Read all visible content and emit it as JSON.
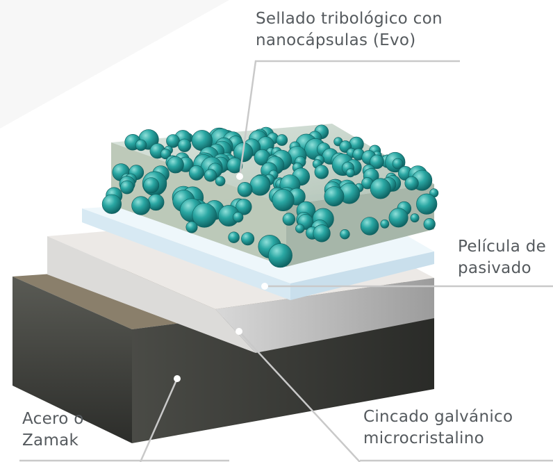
{
  "labels": {
    "sellado": {
      "line1": "Sellado tribológico con",
      "line2": "nanocápsulas (Evo)"
    },
    "pasivado": {
      "line1": "Película de",
      "line2": "pasivado"
    },
    "cincado": {
      "line1": "Cincado galvánico",
      "line2": "microcristalino"
    },
    "base": {
      "line1": "Acero o",
      "line2": "Zamak"
    }
  },
  "colors": {
    "background_band": "#f3f3f3",
    "leader_line": "#c9c9c9",
    "capsule": "#2aa7a3",
    "capsule_dark": "#157a79",
    "gel": "#b9c9bd",
    "passivation": "#e6f2f8",
    "zinc": "#dedede",
    "substrate": "#4a4b47"
  }
}
